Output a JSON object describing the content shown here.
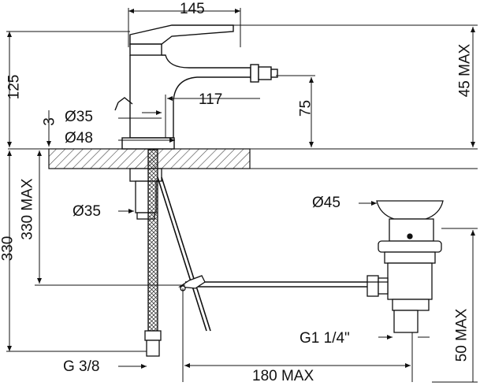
{
  "drawing": {
    "colors": {
      "line": "#111111",
      "hatch": "#444444",
      "background": "#ffffff"
    },
    "dims": {
      "width_top": "145",
      "height_spout": "125",
      "gap_3": "3",
      "dia_35_top": "Ø35",
      "dia_48": "Ø48",
      "spout_reach": "117",
      "spout_height": "75",
      "max_45": "45 MAX",
      "dia_35_bottom": "Ø35",
      "max_330_inner": "330 MAX",
      "len_330": "330",
      "dia_45": "Ø45",
      "thread_g1": "G1 1/4\"",
      "thread_g38": "G 3/8",
      "reach_180": "180 MAX",
      "max_50": "50 MAX"
    }
  }
}
